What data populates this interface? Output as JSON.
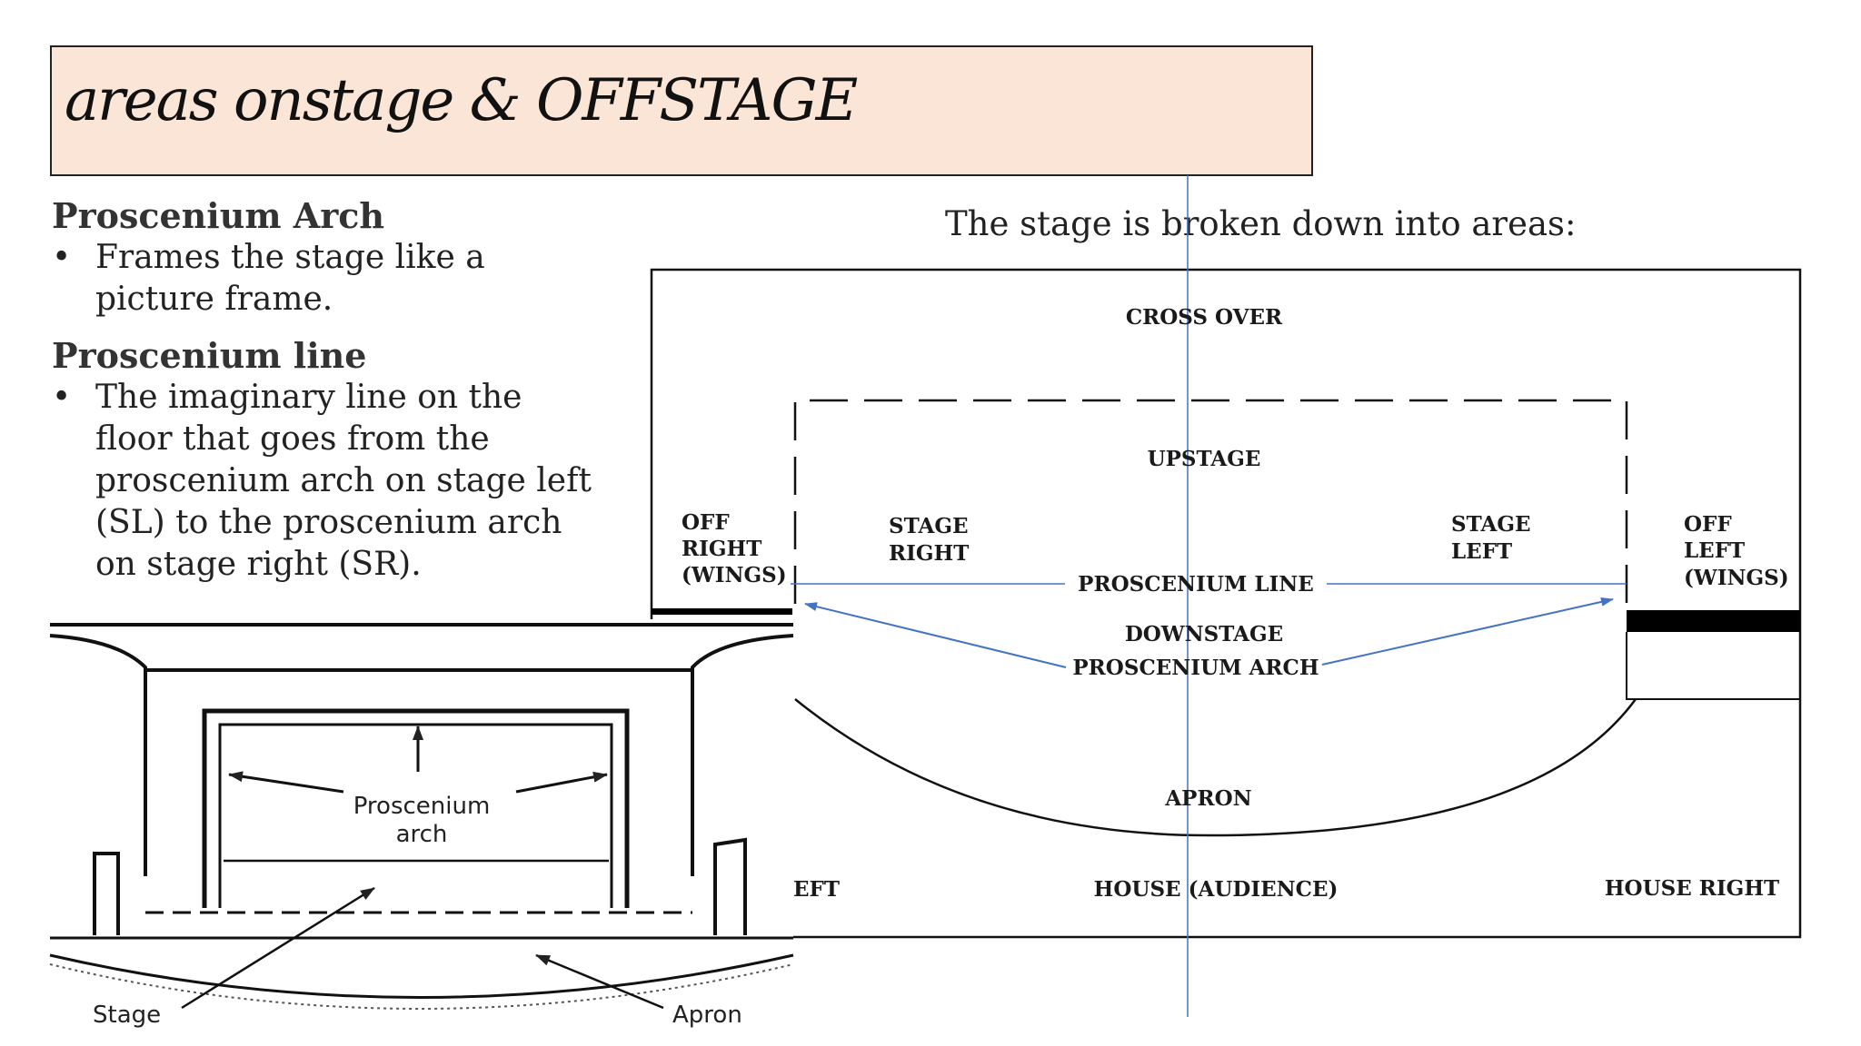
{
  "slide": {
    "title": "areas onstage & OFFSTAGE",
    "caption": "The stage is broken down into areas:"
  },
  "left": {
    "heading1": "Proscenium Arch",
    "bullet1": "Frames the stage like a picture frame.",
    "heading2": "Proscenium line",
    "bullet2": "The imaginary line on the floor that goes from the proscenium arch on stage left (SL) to the proscenium arch on stage right (SR).",
    "bullet_symbol": "•"
  },
  "stage_map": {
    "cross_over": "CROSS OVER",
    "upstage": "UPSTAGE",
    "stage_right_1": "STAGE",
    "stage_right_2": "RIGHT",
    "stage_left_1": "STAGE",
    "stage_left_2": "LEFT",
    "off_right_1": "OFF",
    "off_right_2": "RIGHT",
    "off_right_3": "(WINGS)",
    "off_left_1": "OFF",
    "off_left_2": "LEFT",
    "off_left_3": "(WINGS)",
    "proscenium_line": "PROSCENIUM LINE",
    "downstage": "DOWNSTAGE",
    "proscenium_arch": "PROSCENIUM ARCH",
    "apron": "APRON",
    "house_left_partial": "EFT",
    "house_audience": "HOUSE (AUDIENCE)",
    "house_right": "HOUSE RIGHT",
    "guide_color": "#4472c4"
  },
  "sketch": {
    "arch_label_1": "Proscenium",
    "arch_label_2": "arch",
    "stage_label": "Stage",
    "apron_label": "Apron"
  }
}
